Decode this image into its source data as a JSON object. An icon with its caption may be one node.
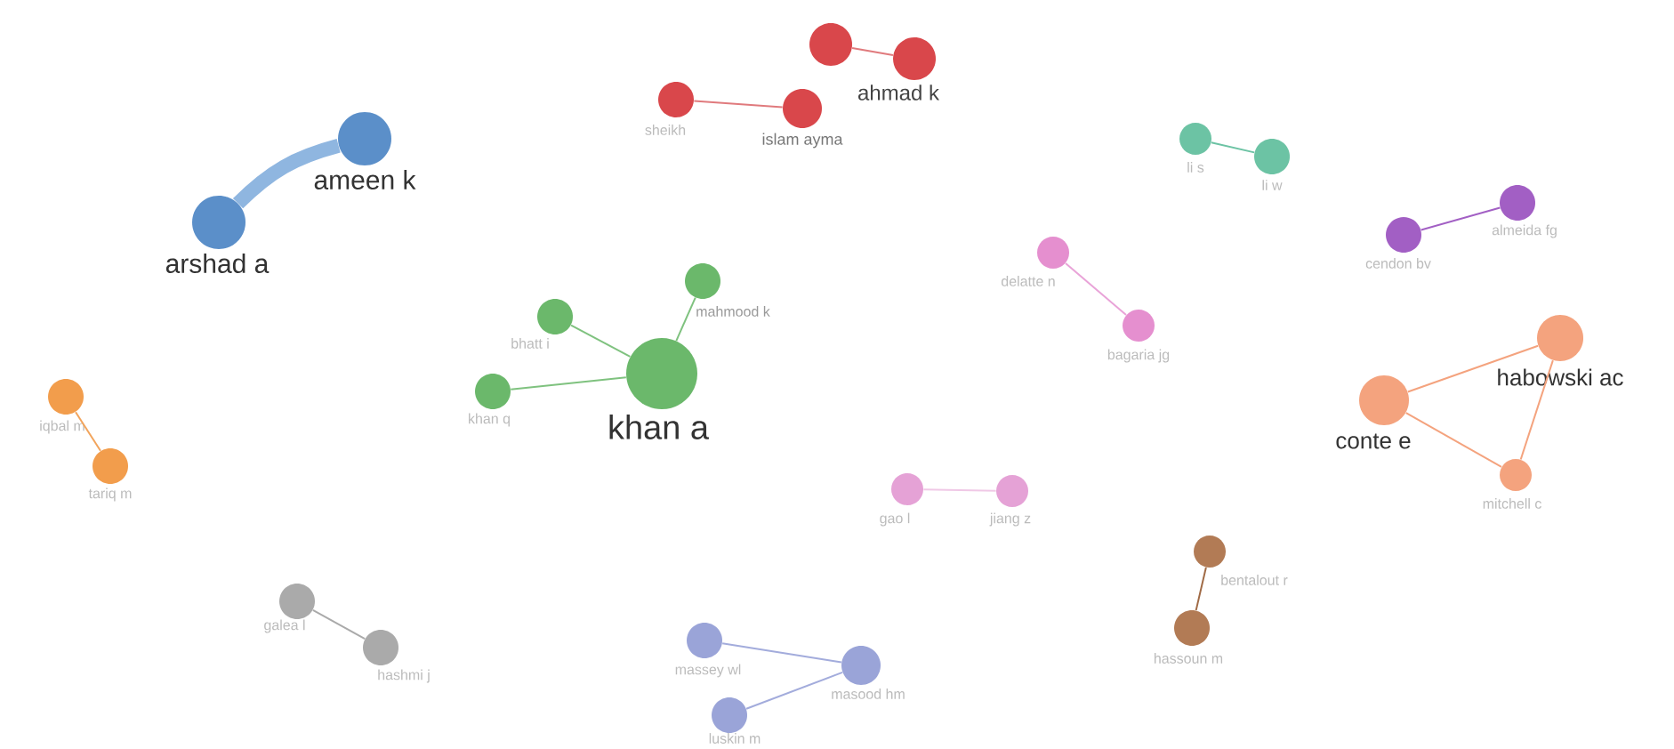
{
  "diagram": {
    "nodes": [
      {
        "text": [
          "ameen k"
        ]
      },
      {
        "text": [
          "arshad a"
        ]
      },
      {
        "text": [],
        "shape": "circle"
      },
      {
        "text": [
          "ahmad k"
        ]
      },
      {
        "text": [
          "sheikh"
        ]
      },
      {
        "text": [
          "islam ayma"
        ]
      },
      {
        "text": [
          "li s"
        ]
      },
      {
        "text": [
          "li w"
        ]
      },
      {
        "text": [
          "mahmood k"
        ]
      },
      {
        "text": [
          "bhatt i"
        ]
      },
      {
        "text": [
          "khan q"
        ]
      },
      {
        "text": [
          "khan a"
        ]
      },
      {
        "text": [
          "delatte n"
        ]
      },
      {
        "text": [
          "bagaria jg"
        ]
      },
      {
        "text": [
          "almeida fg"
        ]
      },
      {
        "text": [
          "cendon bv"
        ]
      },
      {
        "text": [
          "habowski ac"
        ]
      },
      {
        "text": [
          "conte e"
        ]
      },
      {
        "text": [
          "mitchell c"
        ]
      },
      {
        "text": [
          "iqbal m"
        ]
      },
      {
        "text": [
          "tariq m"
        ]
      },
      {
        "text": [
          "gao l"
        ]
      },
      {
        "text": [
          "jiang z"
        ]
      },
      {
        "text": [
          "galea l"
        ]
      },
      {
        "text": [
          "hashmi j"
        ]
      },
      {
        "text": [
          "bentalout r"
        ]
      },
      {
        "text": [
          "hassoun m"
        ]
      },
      {
        "text": [
          "massey wl"
        ]
      },
      {
        "text": [
          "masood hm"
        ]
      },
      {
        "text": [
          "luskin m"
        ]
      }
    ],
    "edges": [
      {
        "from": 1,
        "to": 0,
        "arrow": "none",
        "style": "thick",
        "color": "#8fb6e0"
      },
      {
        "from": 2,
        "to": 3,
        "arrow": "none",
        "color": "#e07a7d"
      },
      {
        "from": 4,
        "to": 5,
        "arrow": "none",
        "color": "#e07a7d"
      },
      {
        "from": 6,
        "to": 7,
        "arrow": "none",
        "color": "#6cc3a4"
      },
      {
        "from": 11,
        "to": 8,
        "arrow": "none",
        "color": "#7fc27f"
      },
      {
        "from": 11,
        "to": 9,
        "arrow": "none",
        "color": "#7fc27f"
      },
      {
        "from": 11,
        "to": 10,
        "arrow": "none",
        "color": "#7fc27f"
      },
      {
        "from": 12,
        "to": 13,
        "arrow": "none",
        "color": "#e9a3d8"
      },
      {
        "from": 15,
        "to": 14,
        "arrow": "none",
        "color": "#a25fc4"
      },
      {
        "from": 17,
        "to": 16,
        "arrow": "none",
        "color": "#f4a37e"
      },
      {
        "from": 17,
        "to": 18,
        "arrow": "none",
        "color": "#f4a37e"
      },
      {
        "from": 16,
        "to": 18,
        "arrow": "none",
        "color": "#f4a37e"
      },
      {
        "from": 19,
        "to": 20,
        "arrow": "none",
        "color": "#f2a45c"
      },
      {
        "from": 21,
        "to": 22,
        "arrow": "none",
        "color": "#f0c8e6"
      },
      {
        "from": 23,
        "to": 24,
        "arrow": "none",
        "color": "#aaaaaa"
      },
      {
        "from": 25,
        "to": 26,
        "arrow": "none",
        "color": "#a06a45"
      },
      {
        "from": 27,
        "to": 28,
        "arrow": "none",
        "color": "#a3acdc"
      },
      {
        "from": 29,
        "to": 28,
        "arrow": "none",
        "color": "#a3acdc"
      }
    ]
  }
}
